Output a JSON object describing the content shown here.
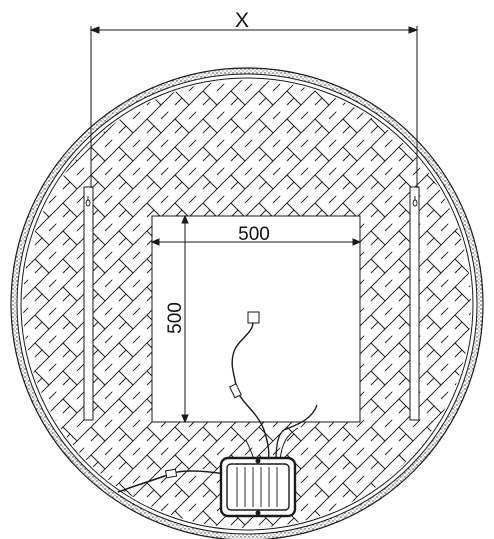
{
  "drawing": {
    "dimension_width_label": "X",
    "cutout_width_label": "500",
    "cutout_height_label": "500"
  },
  "colors": {
    "line": "#1a1a1a",
    "background": "#ffffff"
  }
}
